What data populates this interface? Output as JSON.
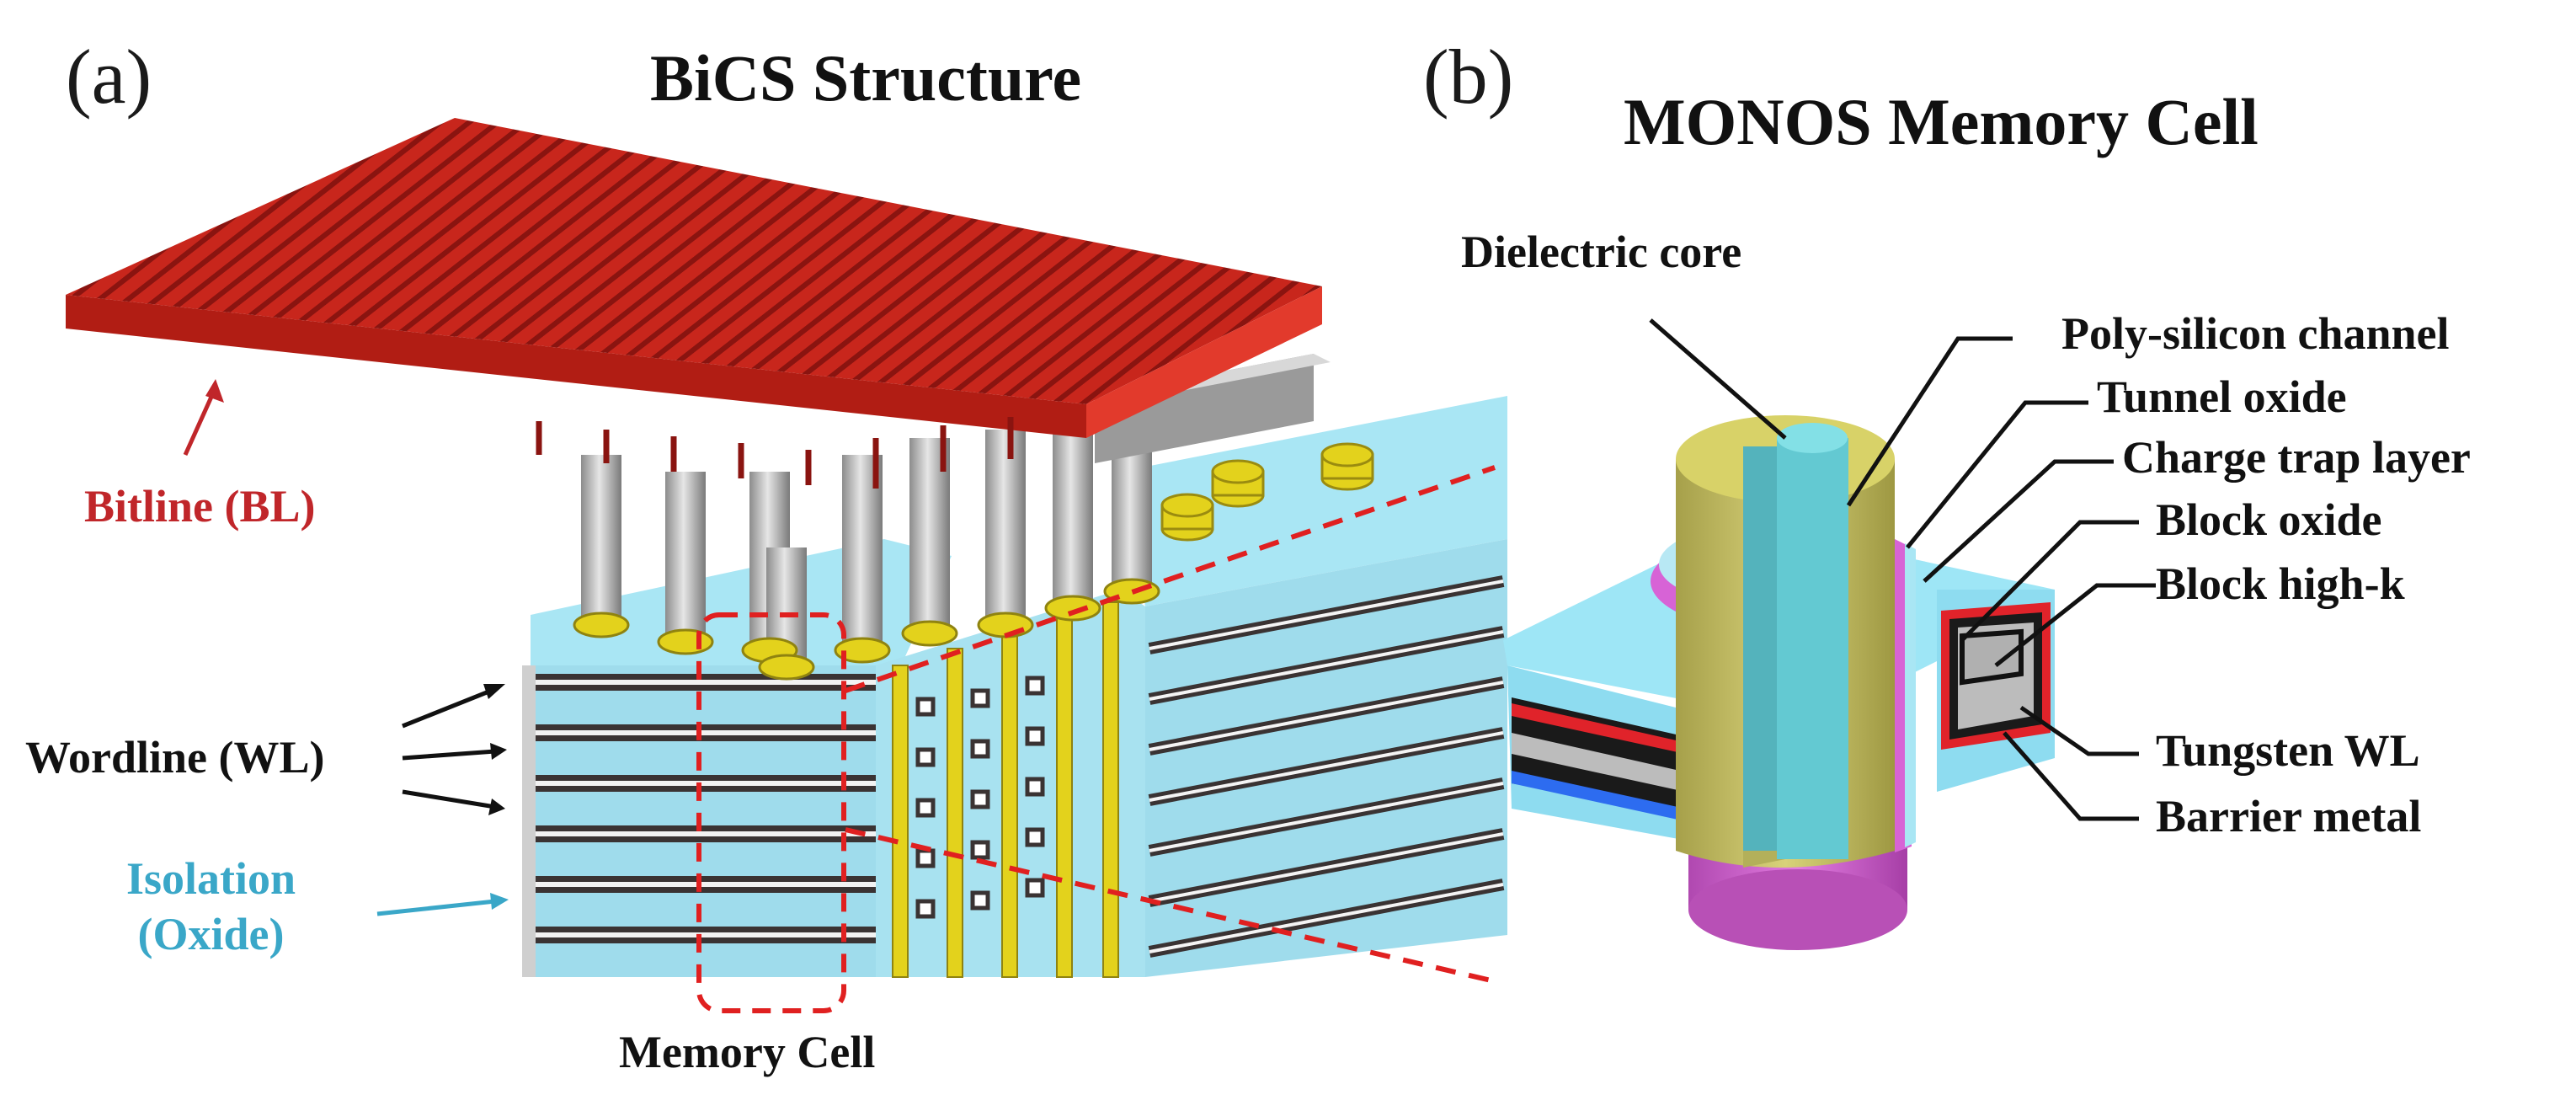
{
  "panel_a": {
    "letter": "(a)",
    "title": "BiCS Structure",
    "labels": {
      "bitline": "Bitline (BL)",
      "wordline": "Wordline  (WL)",
      "isolation_line1": "Isolation",
      "isolation_line2": "(Oxide)",
      "memory_cell": "Memory Cell"
    }
  },
  "panel_b": {
    "letter": "(b)",
    "title": "MONOS Memory Cell",
    "labels": {
      "dielectric_core": "Dielectric core",
      "poly_channel": "Poly-silicon channel",
      "tunnel_oxide": "Tunnel oxide",
      "charge_trap": "Charge trap layer",
      "block_oxide": "Block oxide",
      "block_highk": "Block high-k",
      "tungsten_wl": "Tungsten WL",
      "barrier_metal": "Barrier metal"
    }
  },
  "colors": {
    "bitline_red": "#c8261c",
    "isolation_cyan": "#8fe0f4",
    "wordline_dark": "#3a3333",
    "pillar_gray": "#b9b9b9",
    "cap_yellow": "#e3d21c",
    "channel_olive": "#c9c466",
    "core_cyan": "#63c9d2",
    "outer_magenta": "#d763d6",
    "zoom_dash": "#e02020",
    "label_red": "#c0262a",
    "label_blue": "#3aa7c8"
  }
}
